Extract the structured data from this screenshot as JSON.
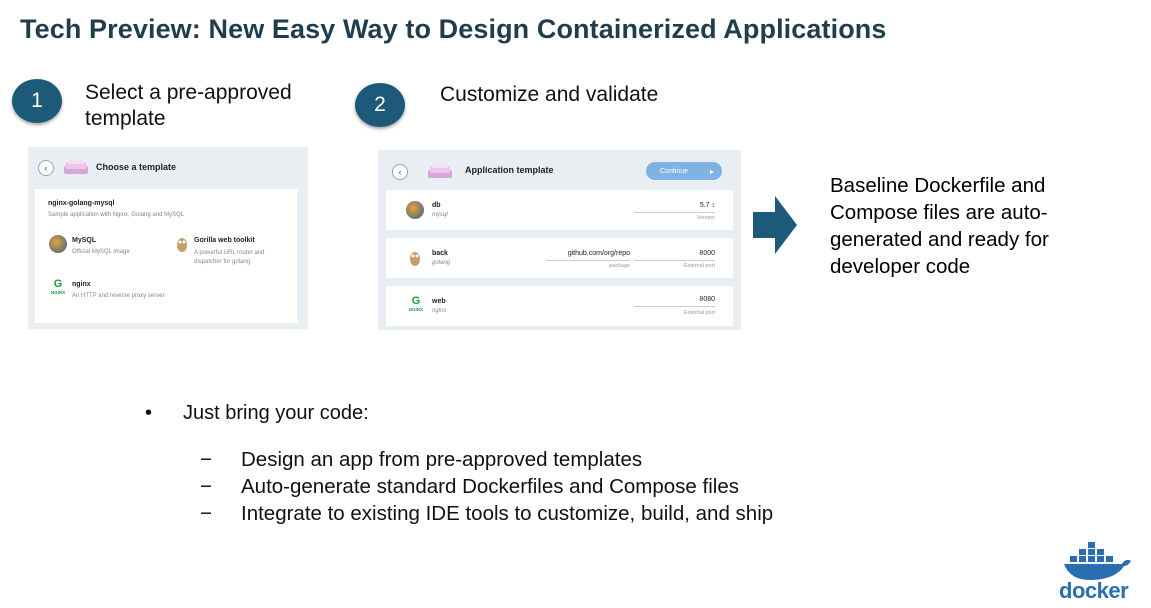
{
  "title": "Tech Preview: New Easy Way to Design Containerized Applications",
  "steps": [
    {
      "number": "1",
      "label": "Select a pre-approved template"
    },
    {
      "number": "2",
      "label": "Customize and validate"
    }
  ],
  "template_chooser": {
    "header": "Choose a template",
    "template_name": "nginx-golang-mysql",
    "template_desc": "Sample application with Nginx, Golang and MySQL",
    "components": [
      {
        "name": "MySQL",
        "desc": "Official MySQL image"
      },
      {
        "name": "Gorilla web toolkit",
        "desc": "A powerful URL router and dispatcher for golang"
      },
      {
        "name": "nginx",
        "desc": "An HTTP and reverse proxy server"
      }
    ]
  },
  "app_template": {
    "header": "Application template",
    "continue_label": "Continue",
    "services": [
      {
        "name": "db",
        "type": "mysql",
        "value": "5.7 ↕",
        "value_caption": "Version",
        "extra": "",
        "extra_caption": ""
      },
      {
        "name": "back",
        "type": "golang",
        "value": "8000",
        "value_caption": "External port",
        "extra": "github.com/org/repo",
        "extra_caption": "package"
      },
      {
        "name": "web",
        "type": "nginx",
        "value": "8080",
        "value_caption": "External port",
        "extra": "",
        "extra_caption": ""
      }
    ]
  },
  "baseline_text": "Baseline Dockerfile and Compose files are auto-generated and ready for developer code",
  "bullet": {
    "symbol": "•",
    "text": "Just bring your code:",
    "dash": "−",
    "items": [
      "Design an app from pre-approved templates",
      "Auto-generate standard Dockerfiles and Compose files",
      "Integrate to existing IDE tools to customize, build, and ship"
    ]
  },
  "logo_text": "docker",
  "nginx_badge": "NGiNX",
  "colors": {
    "title": "#1f3e4d",
    "step_circle": "#1d5a79",
    "arrow": "#1d5a79",
    "docker_blue": "#2a6db0"
  }
}
